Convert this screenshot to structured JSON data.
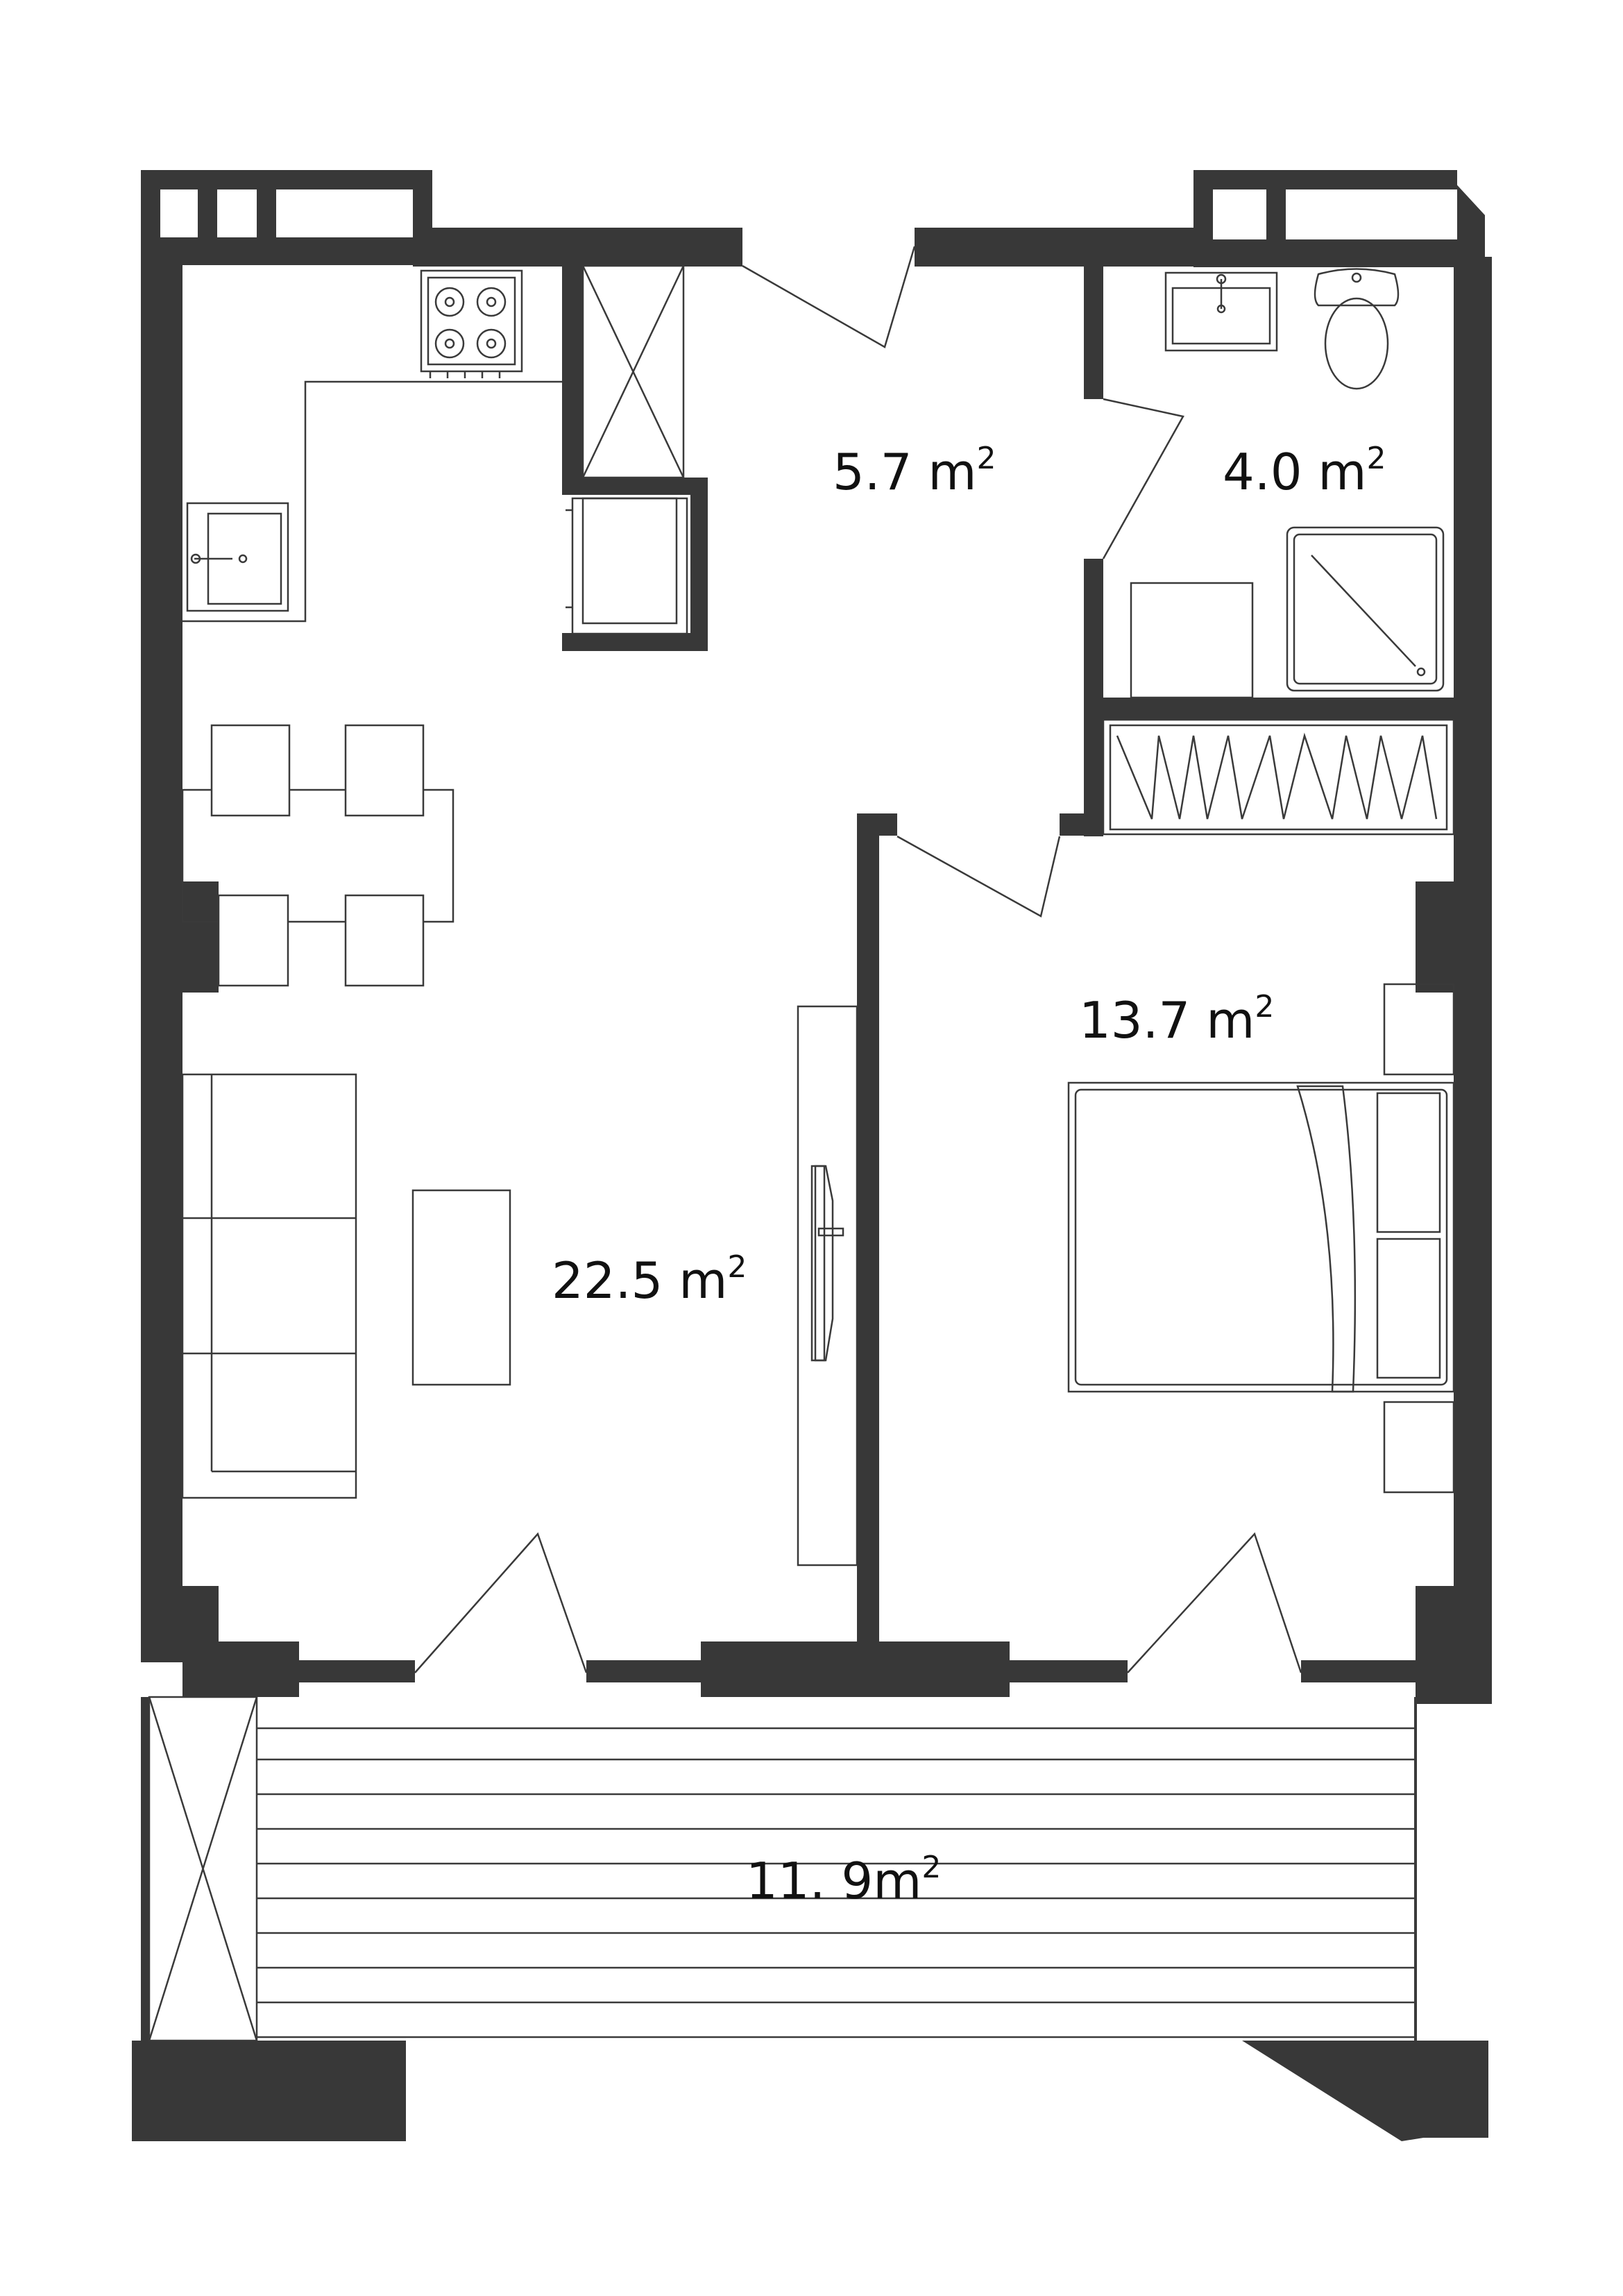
{
  "rooms": {
    "hall": {
      "area": "5.7",
      "unit": "m",
      "sup": "2"
    },
    "bathroom": {
      "area": "4.0",
      "unit": "m",
      "sup": "2"
    },
    "bedroom": {
      "area": "13.7",
      "unit": "m",
      "sup": "2"
    },
    "living": {
      "area": "22.5",
      "unit": "m",
      "sup": "2"
    },
    "balcony": {
      "area": "11. 9",
      "unit": "m",
      "sup": "2"
    }
  },
  "colors": {
    "wall": "#383838",
    "line": "#3a3a3a",
    "background": "#ffffff"
  }
}
